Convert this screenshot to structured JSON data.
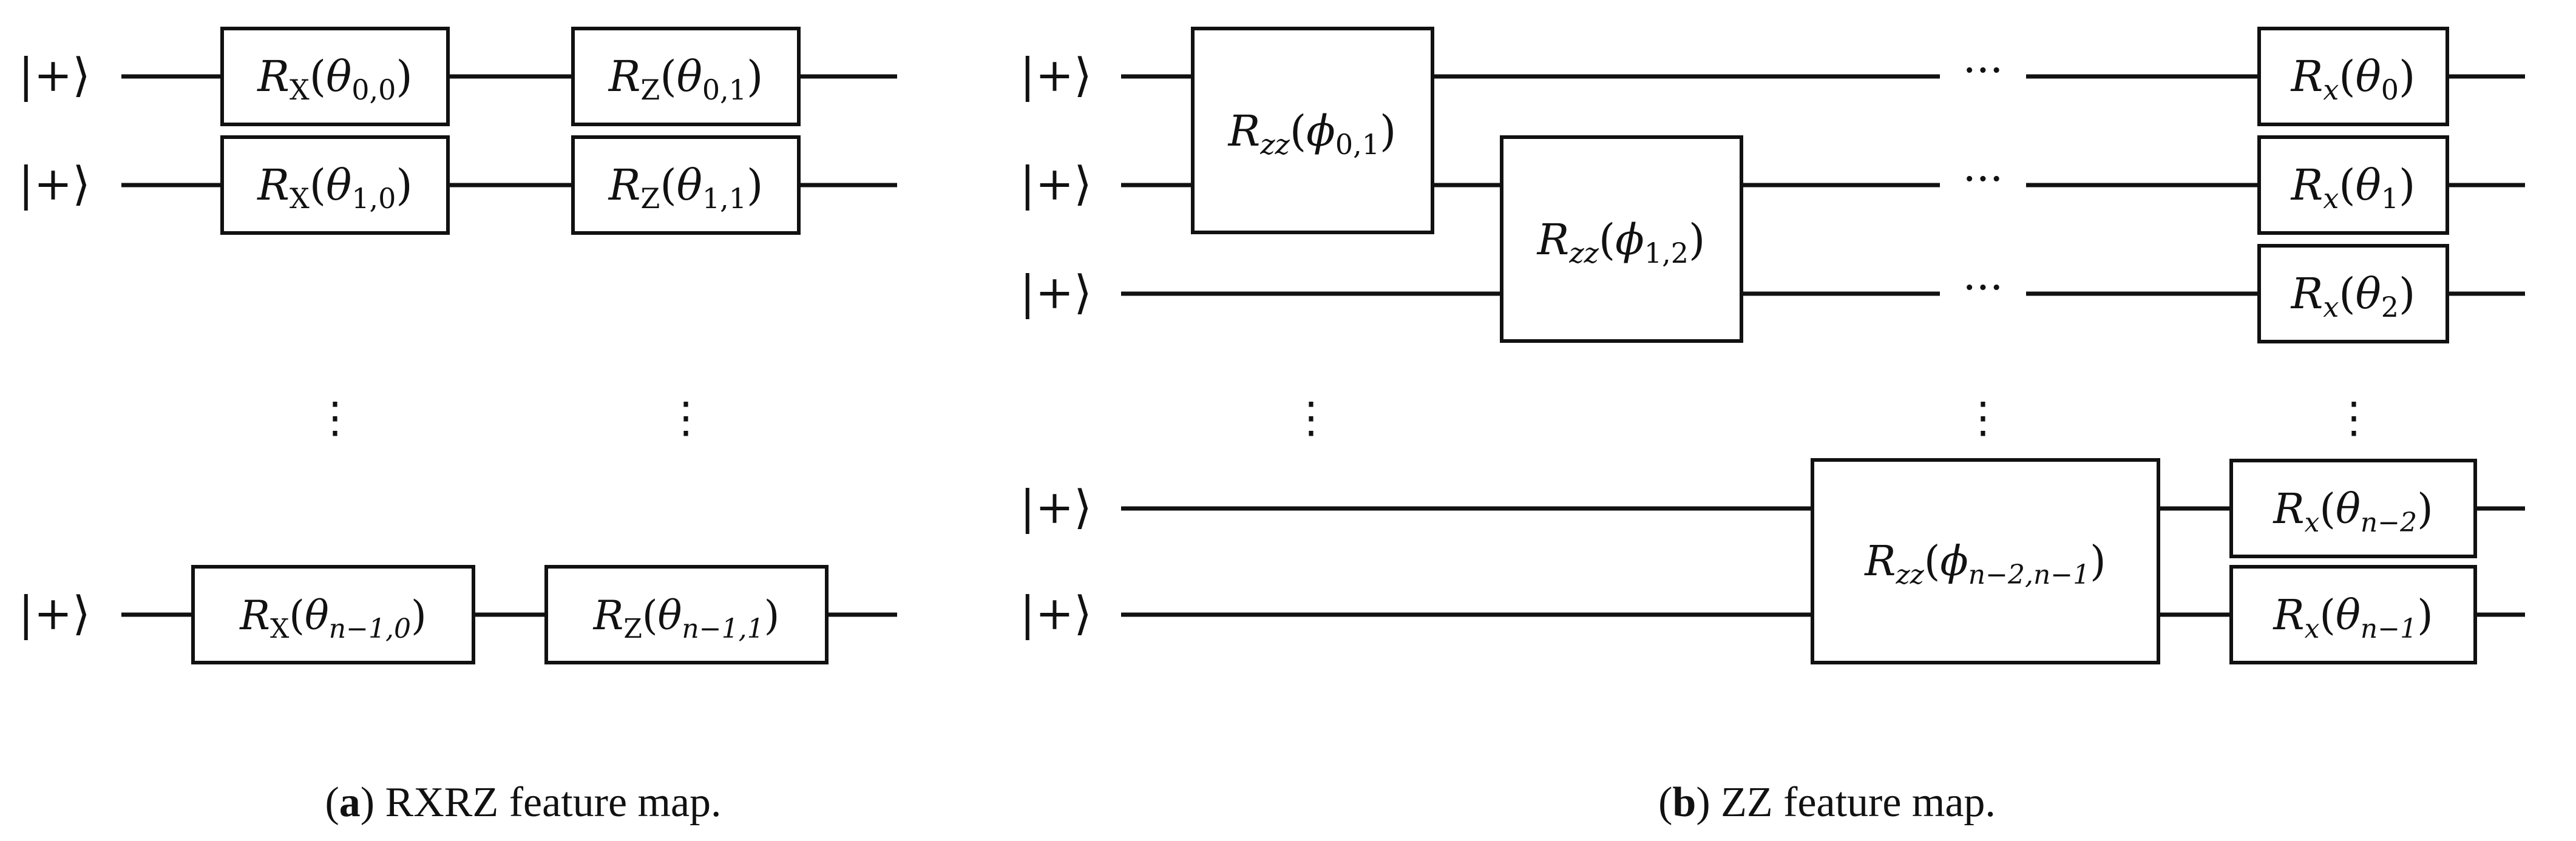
{
  "input_state": "|+⟩",
  "gate_symbol": "R",
  "ellipsis_horizontal": "···",
  "ellipsis_vertical": "⋮",
  "panel_a": {
    "caption_open": "(",
    "caption_tag": "a",
    "caption_text": ") RXRZ feature map.",
    "qubits": 3,
    "gates": [
      {
        "sub": "X",
        "param": "θ",
        "index": "0,0"
      },
      {
        "sub": "Z",
        "param": "θ",
        "index": "0,1"
      },
      {
        "sub": "X",
        "param": "θ",
        "index": "1,0"
      },
      {
        "sub": "Z",
        "param": "θ",
        "index": "1,1"
      },
      {
        "sub": "X",
        "param": "θ",
        "index": "n−1,0"
      },
      {
        "sub": "Z",
        "param": "θ",
        "index": "n−1,1"
      }
    ]
  },
  "panel_b": {
    "caption_open": "(",
    "caption_tag": "b",
    "caption_text": ") ZZ feature map.",
    "qubits": 5,
    "gates": [
      {
        "sub": "zz",
        "param": "ϕ",
        "index": "0,1"
      },
      {
        "sub": "zz",
        "param": "ϕ",
        "index": "1,2"
      },
      {
        "sub": "zz",
        "param": "ϕ",
        "index": "n−2,n−1"
      },
      {
        "sub": "x",
        "param": "θ",
        "index": "0"
      },
      {
        "sub": "x",
        "param": "θ",
        "index": "1"
      },
      {
        "sub": "x",
        "param": "θ",
        "index": "2"
      },
      {
        "sub": "x",
        "param": "θ",
        "index": "n−2"
      },
      {
        "sub": "x",
        "param": "θ",
        "index": "n−1"
      }
    ]
  }
}
